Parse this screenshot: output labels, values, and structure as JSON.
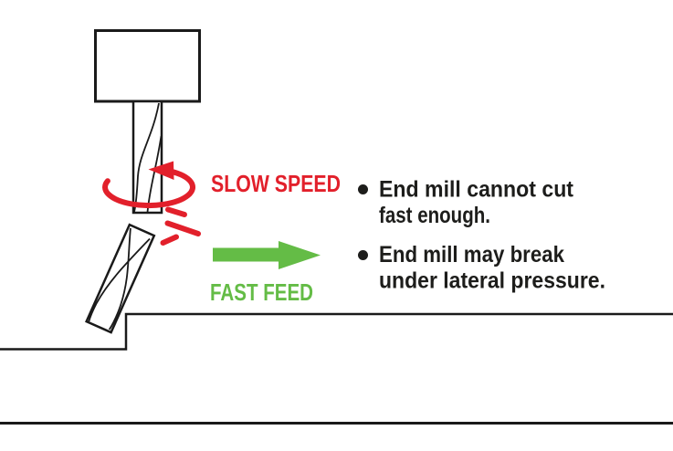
{
  "labels": {
    "slow_speed": "SLOW SPEED",
    "fast_feed": "FAST FEED"
  },
  "notes": [
    {
      "line1": "End mill cannot cut",
      "line2": "fast enough."
    },
    {
      "line1": "End mill may break",
      "line2": "under lateral pressure."
    }
  ],
  "colors": {
    "red": "#e2202b",
    "green": "#64bc46",
    "ink": "#1d1d1b"
  }
}
